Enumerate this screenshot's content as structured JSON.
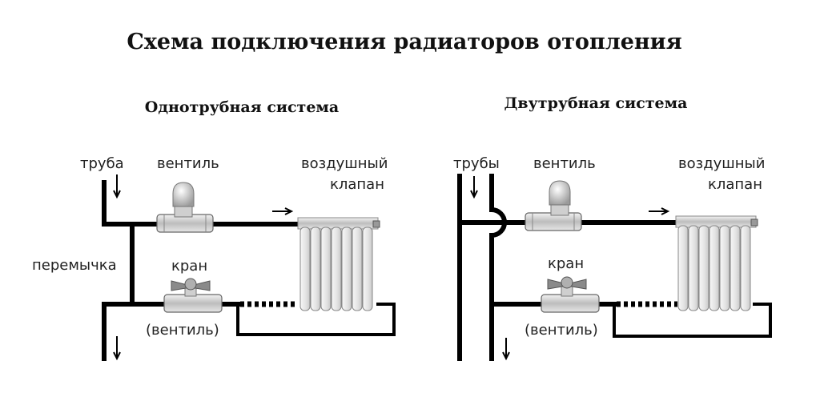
{
  "title": "Схема подключения радиаторов отопления",
  "single": {
    "heading": "Однотрубная система",
    "pipe_label": "труба",
    "valve_label": "вентиль",
    "air_valve_line1": "воздушный",
    "air_valve_line2": "клапан",
    "bypass_label": "перемычка",
    "tap_label": "кран",
    "tap_alt_label": "(вентиль)"
  },
  "double": {
    "heading": "Двутрубная система",
    "pipe_label": "трубы",
    "valve_label": "вентиль",
    "air_valve_line1": "воздушный",
    "air_valve_line2": "клапан",
    "tap_label": "кран",
    "tap_alt_label": "(вентиль)"
  }
}
